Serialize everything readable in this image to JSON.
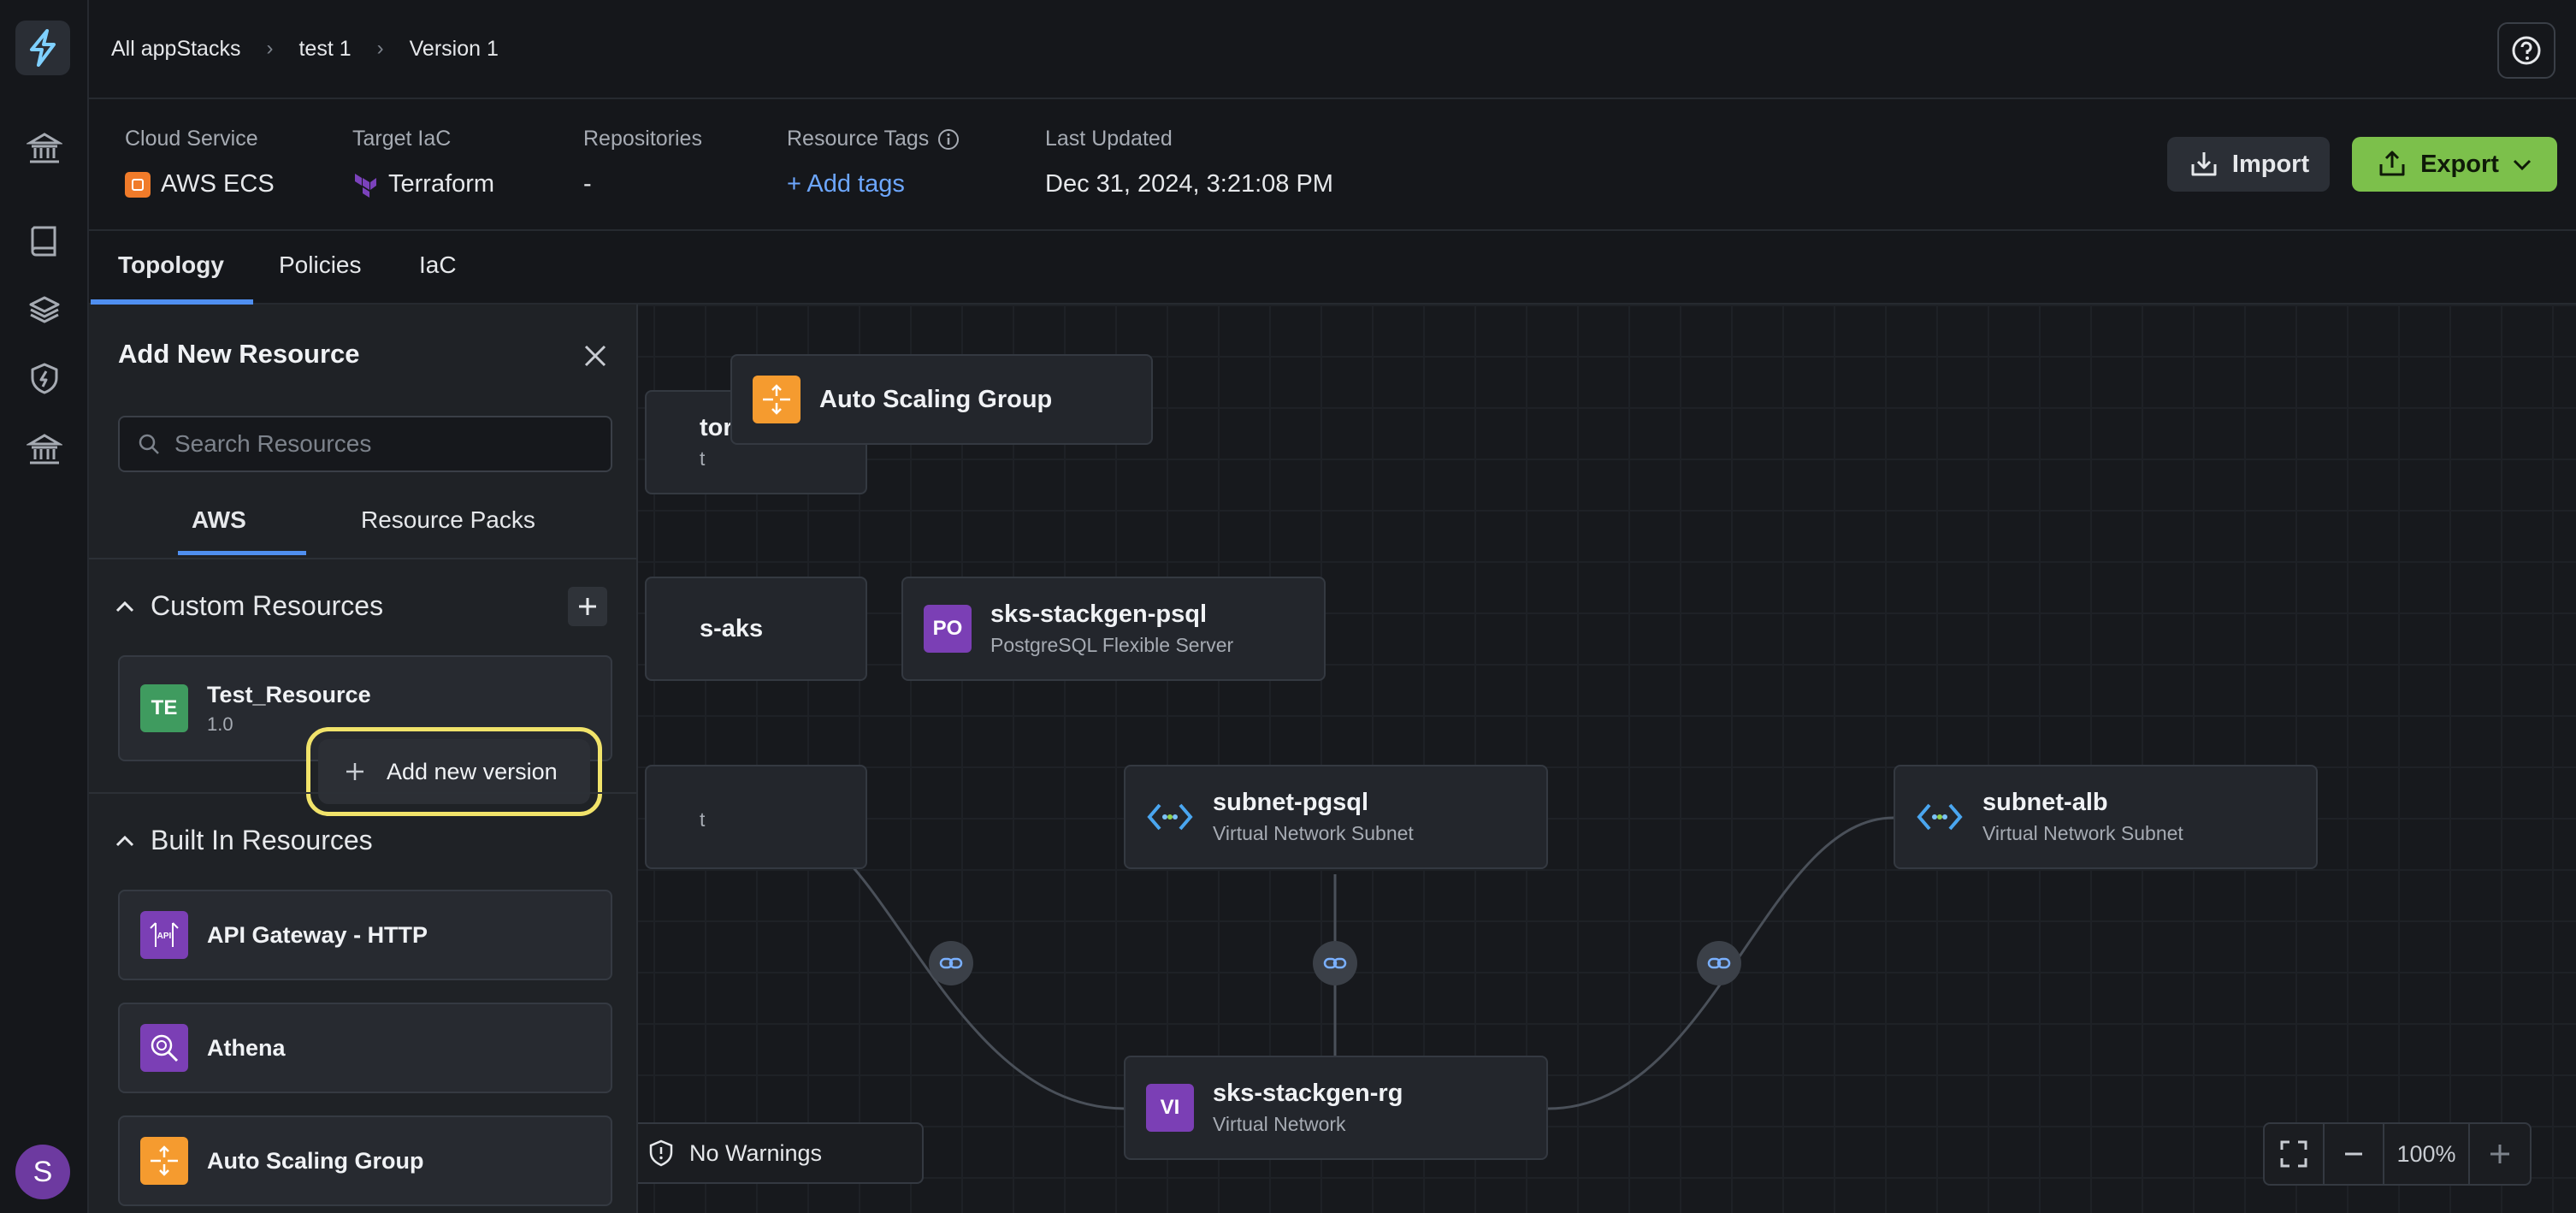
{
  "breadcrumbs": [
    "All appStacks",
    "test 1",
    "Version 1"
  ],
  "user": {
    "avatar_initial": "S"
  },
  "info": {
    "cloud_service": {
      "label": "Cloud Service",
      "value": "AWS ECS"
    },
    "target_iac": {
      "label": "Target IaC",
      "value": "Terraform"
    },
    "repositories": {
      "label": "Repositories",
      "value": "-"
    },
    "resource_tags": {
      "label": "Resource Tags",
      "link": "+ Add tags"
    },
    "last_updated": {
      "label": "Last Updated",
      "value": "Dec 31, 2024, 3:21:08 PM"
    }
  },
  "actions": {
    "import_label": "Import",
    "export_label": "Export"
  },
  "tabs": [
    {
      "label": "Topology",
      "active": true
    },
    {
      "label": "Policies",
      "active": false
    },
    {
      "label": "IaC",
      "active": false
    }
  ],
  "panel": {
    "title": "Add New Resource",
    "search_placeholder": "Search Resources",
    "tabs": [
      {
        "label": "AWS",
        "active": true
      },
      {
        "label": "Resource Packs",
        "active": false
      }
    ],
    "custom_section": "Custom Resources",
    "custom_resources": [
      {
        "initials": "TE",
        "name": "Test_Resource",
        "version": "1.0"
      }
    ],
    "tooltip": "Add new version",
    "builtin_section": "Built In Resources",
    "builtin_resources": [
      {
        "name": "API Gateway - HTTP",
        "icon": "api-gateway-icon"
      },
      {
        "name": "Athena",
        "icon": "athena-icon"
      },
      {
        "name": "Auto Scaling Group",
        "icon": "auto-scaling-icon"
      }
    ]
  },
  "canvas": {
    "nodes": {
      "asg": {
        "title": "Auto Scaling Group"
      },
      "partial1": {
        "title": "tor",
        "sub": "t"
      },
      "partial2": {
        "title": "s-aks"
      },
      "partial3": {
        "sub": "t"
      },
      "psql": {
        "initials": "PO",
        "title": "sks-stackgen-psql",
        "sub": "PostgreSQL Flexible Server"
      },
      "subnet_pgsql": {
        "title": "subnet-pgsql",
        "sub": "Virtual Network Subnet"
      },
      "subnet_alb": {
        "title": "subnet-alb",
        "sub": "Virtual Network Subnet"
      },
      "rg": {
        "initials": "VI",
        "title": "sks-stackgen-rg",
        "sub": "Virtual Network"
      }
    },
    "warnings": "No Warnings",
    "zoom": "100%"
  },
  "colors": {
    "accent_blue": "#4f8ff0",
    "export_green": "#7cc04b",
    "highlight_yellow": "#f1e36a",
    "aws_orange": "#f59b2f",
    "purple": "#7b3fb5",
    "green_badge": "#3f9b5f"
  }
}
